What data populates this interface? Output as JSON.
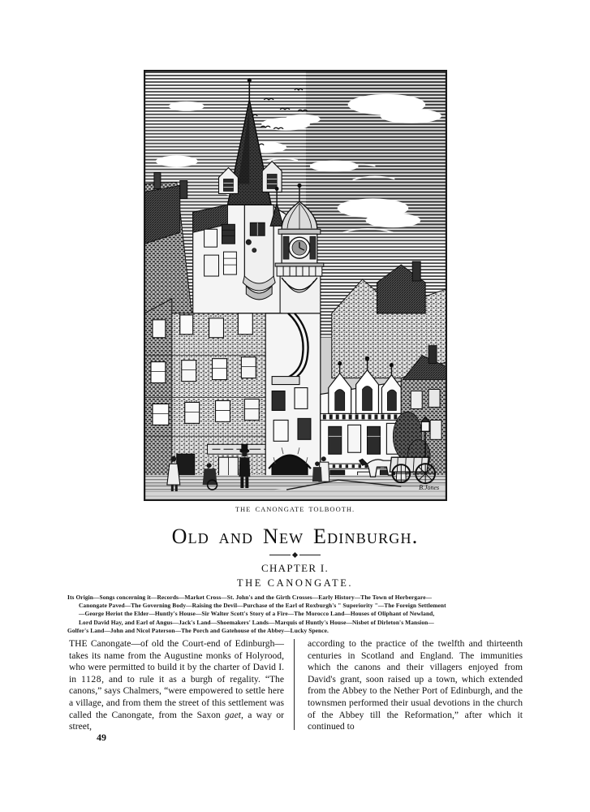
{
  "page": {
    "background_color": "#ffffff",
    "ink_color": "#111111",
    "folio": "49"
  },
  "plate": {
    "caption": "THE CANONGATE TOLBOOTH.",
    "signature": "B. Jones",
    "subject": "Canongate Tolbooth, Edinburgh — steeple, turret, clock tower and street scene",
    "border_color": "#1a1a1a"
  },
  "titles": {
    "book_title": "Old and New Edinburgh.",
    "chapter": "CHAPTER I.",
    "chapter_subject": "THE CANONGATE."
  },
  "synopsis": {
    "lines": [
      "Its Origin—Songs concerning it—Records—Market Cross—St. John's and the Girth Crosses—Early History—The Town of Herbergare—",
      "Canongate Paved—The Governing Body—Raising the Devil—Purchase of the Earl of Roxburgh's \" Superiority \"—The Foreign Settlement",
      "—George Heriot the Elder—Huntly's House—Sir Walter Scott's Story of a Fire—The Morocco Land—Houses of Oliphant of Newland,",
      "Lord David Hay, and Earl of Angus—Jack's Land—Shoemakers' Lands—Marquis of Huntly's House—Nisbet of Dirleton's Mansion—",
      "Golfer's Land—John and Nicol Paterson—The Porch and Gatehouse of the Abbey—Lucky Spence."
    ]
  },
  "body": {
    "left_column": "THE Canongate—of old the Court-end of Edinburgh—takes its name from the Augustine monks of Holyrood, who were permitted to build it by the charter of David I. in 1128, and to rule it as a burgh of regality. “The canons,” says Chalmers, “were empowered to settle here a village, and from them the street of this settlement was called the Canongate, from the Saxon gaet, a way or street,",
    "left_column_opening_words": "THE",
    "left_column_italic_word": "gaet",
    "left_column_date": "1128",
    "right_column": "according to the practice of the twelfth and thirteenth centuries in Scotland and England. The immunities which the canons and their villagers enjoyed from David's grant, soon raised up a town, which extended from the Abbey to the Nether Port of Edinburgh, and the townsmen performed their usual devotions in the church of the Abbey till the Reformation,” after which it continued to"
  }
}
